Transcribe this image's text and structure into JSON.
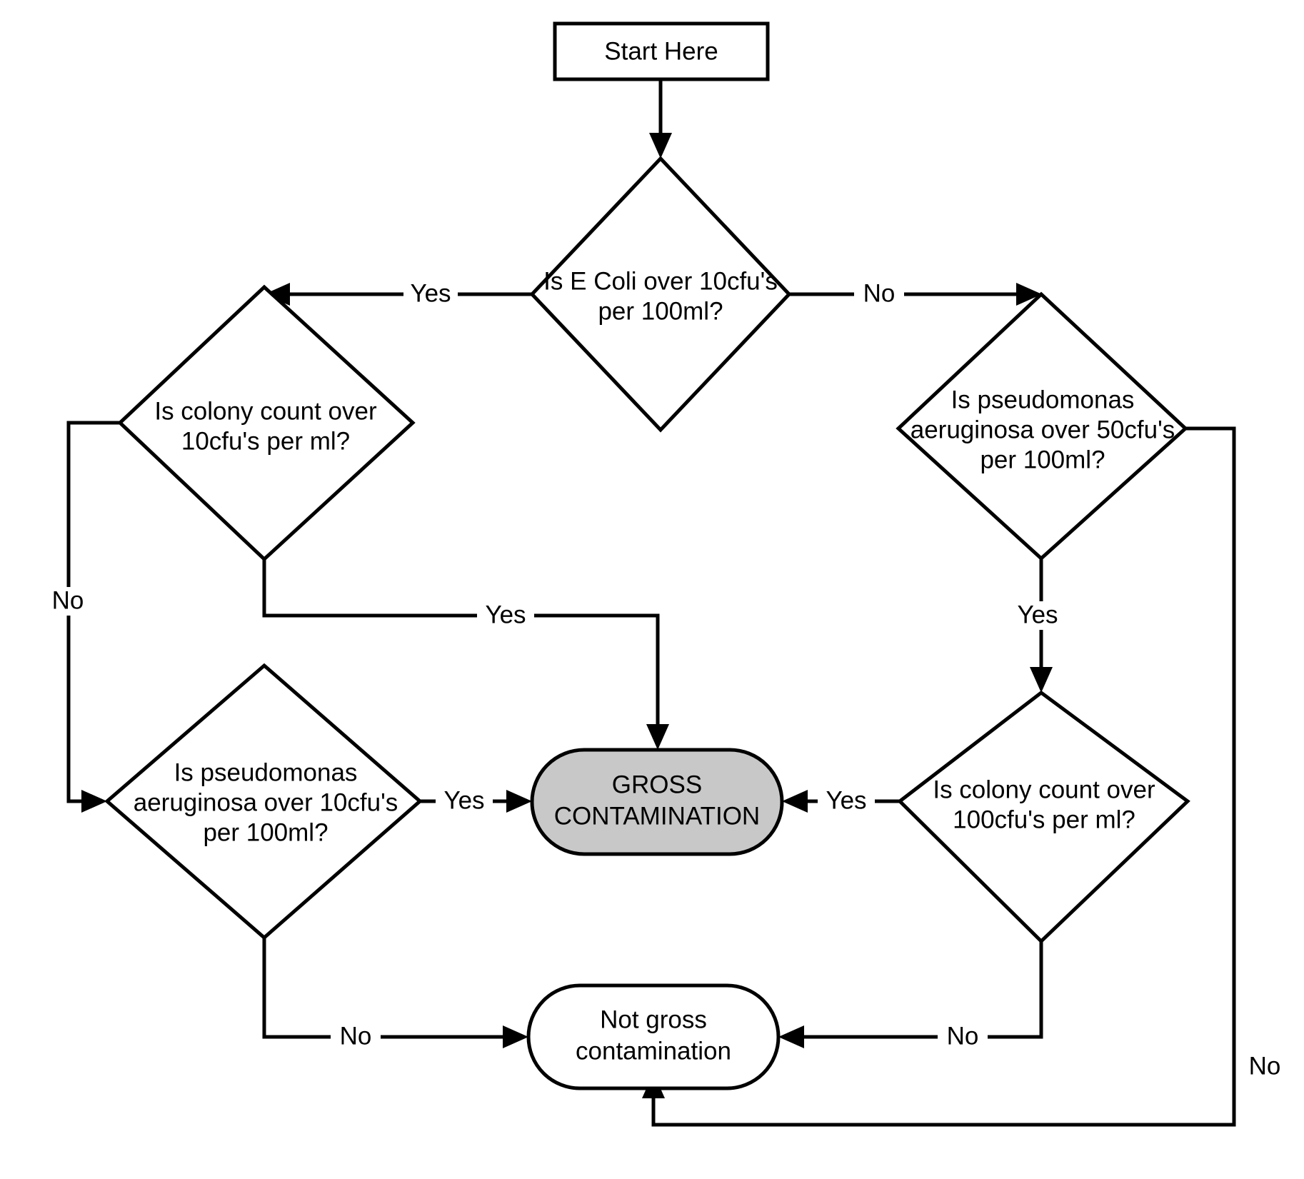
{
  "diagram": {
    "title": "Gross contamination decision flowchart",
    "colors": {
      "background": "#ffffff",
      "stroke": "#000000",
      "node_fill": "#ffffff",
      "highlight_fill": "#c8c8c8"
    },
    "nodes": {
      "start": {
        "id": "start",
        "shape": "rectangle",
        "label": "Start Here"
      },
      "ecoli": {
        "id": "ecoli",
        "shape": "diamond",
        "line1": "Is E Coli over 10cfu's",
        "line2": "per 100ml?"
      },
      "colony10": {
        "id": "colony10",
        "shape": "diamond",
        "line1": "Is colony count over",
        "line2": "10cfu's per ml?"
      },
      "pseudo50": {
        "id": "pseudo50",
        "shape": "diamond",
        "line1": "Is pseudomonas",
        "line2": "aeruginosa over 50cfu's",
        "line3": "per 100ml?"
      },
      "pseudo10": {
        "id": "pseudo10",
        "shape": "diamond",
        "line1": "Is pseudomonas",
        "line2": "aeruginosa over 10cfu's",
        "line3": "per 100ml?"
      },
      "colony100": {
        "id": "colony100",
        "shape": "diamond",
        "line1": "Is colony count over",
        "line2": "100cfu's per ml?"
      },
      "gross": {
        "id": "gross",
        "shape": "rounded-rectangle",
        "fill": "#c8c8c8",
        "line1": "GROSS",
        "line2": "CONTAMINATION"
      },
      "notgross": {
        "id": "notgross",
        "shape": "rounded-rectangle",
        "fill": "#ffffff",
        "line1": "Not gross",
        "line2": "contamination"
      }
    },
    "edges": [
      {
        "id": "start-to-ecoli",
        "from": "start",
        "to": "ecoli",
        "label": ""
      },
      {
        "id": "ecoli-yes",
        "from": "ecoli",
        "to": "colony10",
        "label": "Yes"
      },
      {
        "id": "ecoli-no",
        "from": "ecoli",
        "to": "pseudo50",
        "label": "No"
      },
      {
        "id": "colony10-no",
        "from": "colony10",
        "to": "pseudo10",
        "label": "No"
      },
      {
        "id": "colony10-yes",
        "from": "colony10",
        "to": "gross",
        "label": "Yes"
      },
      {
        "id": "pseudo50-yes",
        "from": "pseudo50",
        "to": "colony100",
        "label": "Yes"
      },
      {
        "id": "pseudo50-no",
        "from": "pseudo50",
        "to": "notgross",
        "label": "No"
      },
      {
        "id": "pseudo10-yes",
        "from": "pseudo10",
        "to": "gross",
        "label": "Yes"
      },
      {
        "id": "pseudo10-no",
        "from": "pseudo10",
        "to": "notgross",
        "label": "No"
      },
      {
        "id": "colony100-yes",
        "from": "colony100",
        "to": "gross",
        "label": "Yes"
      },
      {
        "id": "colony100-no",
        "from": "colony100",
        "to": "notgross",
        "label": "No"
      }
    ]
  }
}
